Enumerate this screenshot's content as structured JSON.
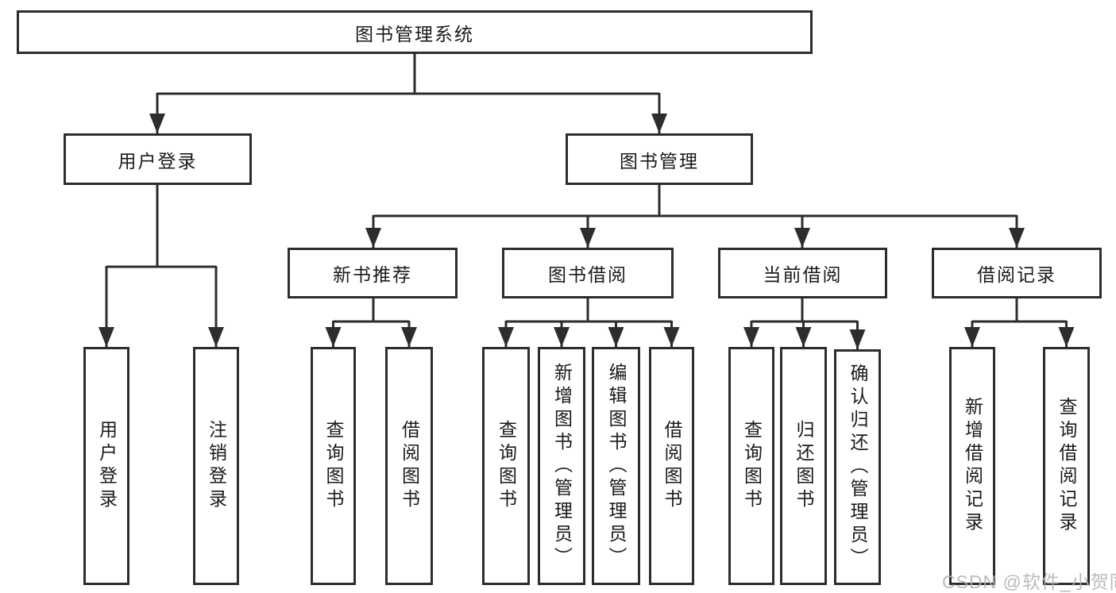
{
  "tree": {
    "root": "图书管理系统",
    "branches": [
      {
        "label": "用户登录",
        "children": [
          "用户登录",
          "注销登录"
        ]
      },
      {
        "label": "图书管理",
        "children": [
          {
            "label": "新书推荐",
            "children": [
              "查询图书",
              "借阅图书"
            ]
          },
          {
            "label": "图书借阅",
            "children": [
              "查询图书",
              "新增图书（管理员）",
              "编辑图书（管理员）",
              "借阅图书"
            ]
          },
          {
            "label": "当前借阅",
            "children": [
              "查询图书",
              "归还图书",
              "确认归还（管理员）"
            ]
          },
          {
            "label": "借阅记录",
            "children": [
              "新增借阅记录",
              "查询借阅记录"
            ]
          }
        ]
      }
    ]
  },
  "watermark": "CSDN @软件_小贺同学",
  "colors": {
    "line": "#2d2d2d",
    "text": "#1a1a1a",
    "watermark": "#b3b3b3",
    "background": "#ffffff"
  }
}
